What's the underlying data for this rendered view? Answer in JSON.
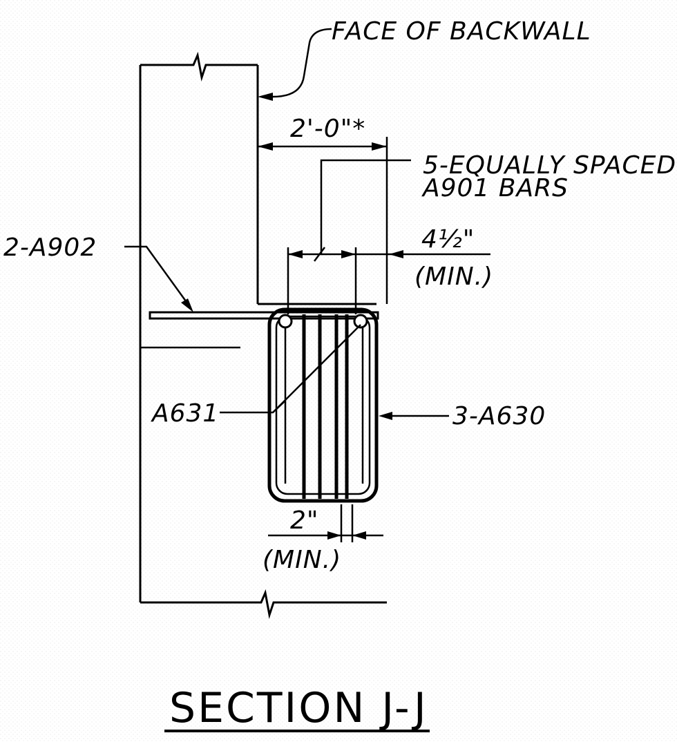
{
  "labels": {
    "face_of_backwall": "FACE OF BACKWALL",
    "dim_2ft": "2'-0\"*",
    "a901_line1": "5-EQUALLY SPACED",
    "a901_line2": "A901 BARS",
    "dim_4half": "4½\"",
    "min_upper": "(MIN.)",
    "a902": "2-A902",
    "a631": "A631",
    "a630": "3-A630",
    "dim_2in": "2\"",
    "min_lower": "(MIN.)"
  },
  "title": "SECTION J-J"
}
